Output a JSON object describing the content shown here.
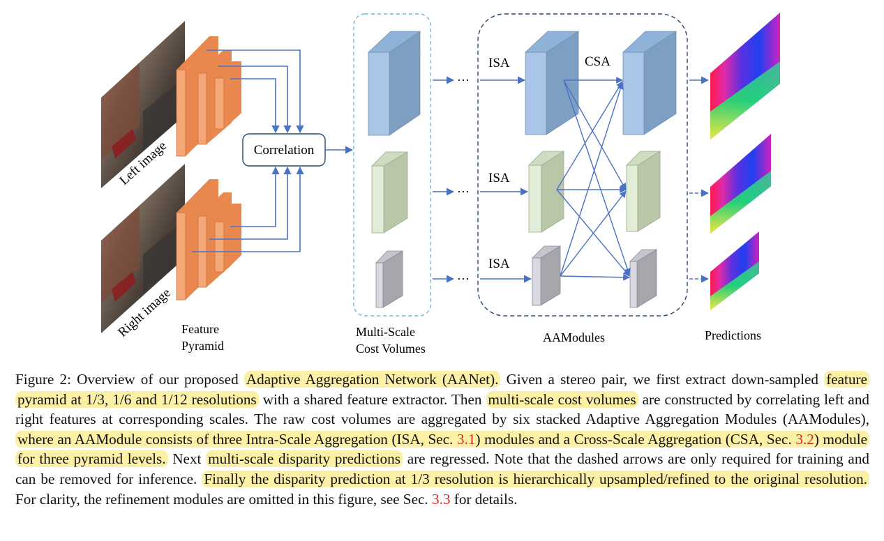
{
  "figure": {
    "labels": {
      "left_image": "Left image",
      "right_image": "Right image",
      "feature_pyramid_line1": "Feature",
      "feature_pyramid_line2": "Pyramid",
      "correlation": "Correlation",
      "cost_volumes_line1": "Multi-Scale",
      "cost_volumes_line2": "Cost Volumes",
      "isa": "ISA",
      "csa": "CSA",
      "aamodules": "AAModules",
      "predictions": "Predictions",
      "ellipsis": "···"
    },
    "colors": {
      "feature_orange": "#f4a777",
      "feature_orange_side": "#e8874e",
      "arrow_blue": "#4a72c4",
      "dashed_border": "#6fb8d8",
      "aamodule_border": "#2b4770",
      "volume_blue_front": "#a9c6e8",
      "volume_blue_side": "#7d9fc2",
      "volume_green_front": "#e2edd8",
      "volume_green_side": "#b8c7a8",
      "volume_gray_front": "#d9d9e3",
      "volume_gray_side": "#a6a6ad"
    }
  },
  "caption": {
    "figure_label": "Figure 2:",
    "s1": "Overview of our proposed",
    "h1": "Adaptive Aggregation Network (AANet).",
    "s2": "Given a stereo pair, we first extract down-sampled",
    "h2": "feature pyramid at 1/3, 1/6 and 1/12 resolutions",
    "s3": "with a shared feature extractor. Then",
    "h3": "multi-scale cost volumes",
    "s4": "are constructed by correlating left and right features at corresponding scales. The raw cost volumes are aggregated by six stacked Adaptive Aggregation Modules (AAModules),",
    "h4a": "where an AAModule consists of three Intra-Scale Aggregation (ISA, Sec.",
    "ref1": "3.1",
    "h4b": ") modules and a Cross-Scale Aggregation (CSA, Sec.",
    "ref2": "3.2",
    "h4c": ") module for three pyramid levels.",
    "s5": "Next",
    "h5": "multi-scale disparity predictions",
    "s6": "are regressed. Note that the dashed arrows are only required for training and can be removed for inference.",
    "h6": "Finally the disparity prediction at 1/3 resolution is hierarchically upsampled/refined to the original resolution.",
    "s7": "For clarity, the refinement modules are omitted in this figure, see Sec.",
    "ref3": "3.3",
    "s8": "for details."
  }
}
